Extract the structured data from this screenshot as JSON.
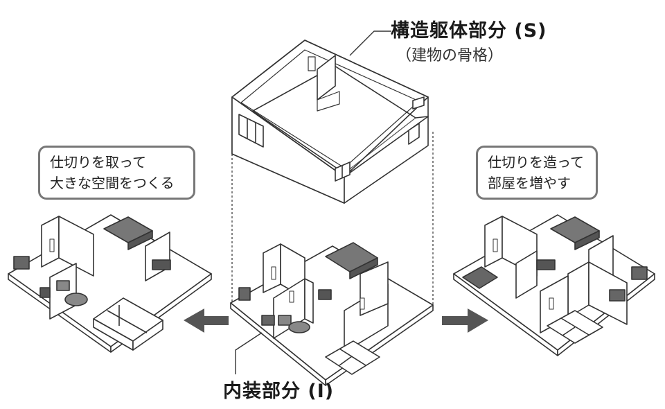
{
  "structure": {
    "title": "構造躯体部分 (S)",
    "subtitle": "（建物の骨格）"
  },
  "interior": {
    "title": "内装部分 (I)"
  },
  "left_callout": {
    "line1": "仕切りを取って",
    "line2": "大きな空間をつくる"
  },
  "right_callout": {
    "line1": "仕切りを造って",
    "line2": "部屋を増やす"
  },
  "colors": {
    "line": "#333333",
    "arrow": "#555555",
    "callout_border": "#777777",
    "furniture_dark": "#666666"
  }
}
